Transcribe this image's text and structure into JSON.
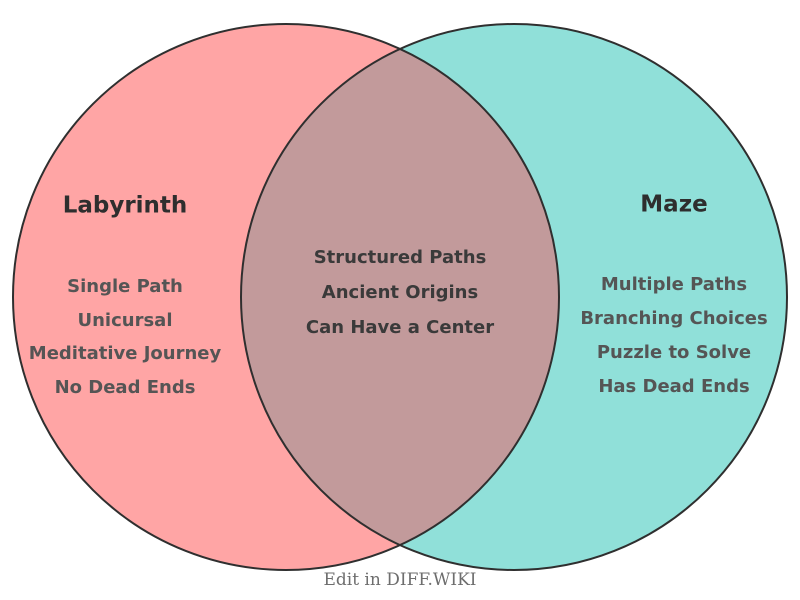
{
  "diagram": {
    "type": "venn",
    "left": {
      "title": "Labyrinth",
      "items": [
        "Single Path",
        "Unicursal",
        "Meditative Journey",
        "No Dead Ends"
      ],
      "color": "#ffa5a5"
    },
    "right": {
      "title": "Maze",
      "items": [
        "Multiple Paths",
        "Branching Choices",
        "Puzzle to Solve",
        "Has Dead Ends"
      ],
      "color": "#90e0d9"
    },
    "intersection": {
      "items": [
        "Structured Paths",
        "Ancient Origins",
        "Can Have a Center"
      ],
      "color": "#c29a9b"
    },
    "outline_color": "#2f2f2f",
    "title_color": "#2e2e2e",
    "item_color": "#555555",
    "intersection_text_color": "#3a3a3a"
  },
  "footer": {
    "label": "Edit in DIFF.WIKI",
    "color": "#6e6e6e"
  }
}
